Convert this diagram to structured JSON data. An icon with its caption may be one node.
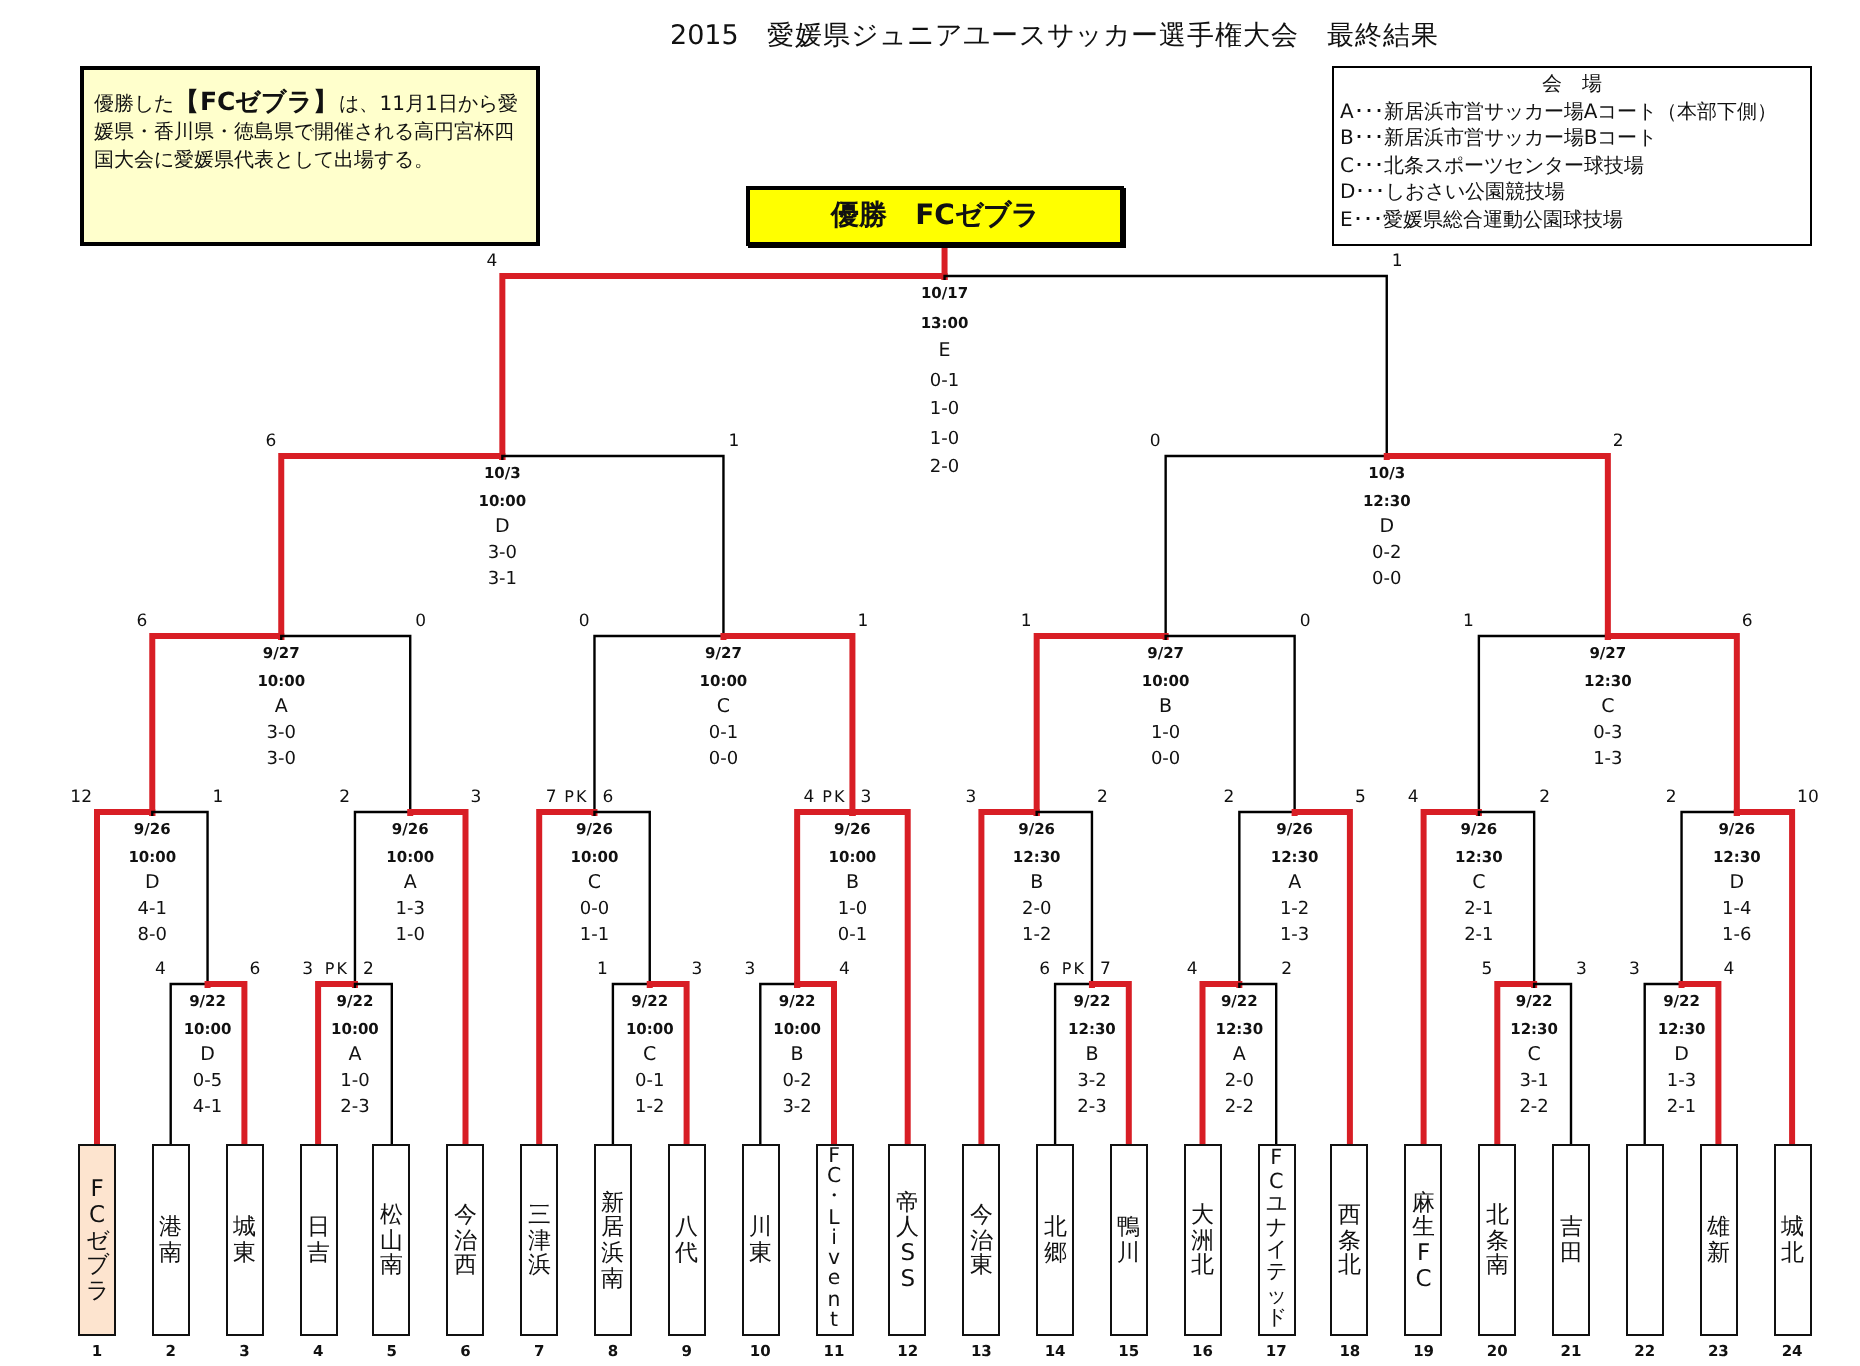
{
  "diagram": {
    "title": "2015　愛媛県ジュニアユースサッカー選手権大会　最終結果",
    "nodes": [
      {
        "text": [
          "優勝した**【FCゼブラ】**は、11月1日から愛媛県・香川県・徳島県で開催される高円宮杯四国大会に愛媛県代表として出場する。"
        ]
      },
      {
        "text": [
          "会　場",
          "A･･･新居浜市営サッカー場Aコート（本部下側）",
          "B･･･新居浜市営サッカー場Bコート",
          "C･･･北条スポーツセンター球技場",
          "D･･･しおさい公園競技場",
          "E･･･愛媛県総合運動公園球技場"
        ]
      },
      {
        "text": [
          "優勝　FCゼブラ"
        ]
      },
      {
        "text": [
          "10/17",
          "13:00",
          "E",
          "0-1",
          "1-0",
          "1-0",
          "2-0"
        ]
      },
      {
        "text": [
          "10/3",
          "10:00",
          "D",
          "3-0",
          "3-1"
        ]
      },
      {
        "text": [
          "10/3",
          "12:30",
          "D",
          "0-2",
          "0-0"
        ]
      },
      {
        "text": [
          "9/27",
          "10:00",
          "A",
          "3-0",
          "3-0"
        ]
      },
      {
        "text": [
          "9/27",
          "10:00",
          "C",
          "0-1",
          "0-0"
        ]
      },
      {
        "text": [
          "9/27",
          "10:00",
          "B",
          "1-0",
          "0-0"
        ]
      },
      {
        "text": [
          "9/27",
          "12:30",
          "C",
          "0-3",
          "1-3"
        ]
      },
      {
        "text": [
          "9/26",
          "10:00",
          "D",
          "4-1",
          "8-0"
        ]
      },
      {
        "text": [
          "9/26",
          "10:00",
          "A",
          "1-3",
          "1-0"
        ]
      },
      {
        "text": [
          "9/26",
          "10:00",
          "C",
          "0-0",
          "1-1"
        ],
        "beside": [
          "PK"
        ]
      },
      {
        "text": [
          "9/26",
          "10:00",
          "B",
          "1-0",
          "0-1"
        ],
        "beside": [
          "PK"
        ]
      },
      {
        "text": [
          "9/26",
          "12:30",
          "B",
          "2-0",
          "1-2"
        ]
      },
      {
        "text": [
          "9/26",
          "12:30",
          "A",
          "1-2",
          "1-3"
        ]
      },
      {
        "text": [
          "9/26",
          "12:30",
          "C",
          "2-1",
          "2-1"
        ]
      },
      {
        "text": [
          "9/26",
          "12:30",
          "D",
          "1-4",
          "1-6"
        ]
      },
      {
        "text": [
          "9/22",
          "10:00",
          "D",
          "0-5",
          "4-1"
        ]
      },
      {
        "text": [
          "9/22",
          "10:00",
          "A",
          "1-0",
          "2-3"
        ],
        "beside": [
          "PK"
        ]
      },
      {
        "text": [
          "9/22",
          "10:00",
          "C",
          "0-1",
          "1-2"
        ]
      },
      {
        "text": [
          "9/22",
          "10:00",
          "B",
          "0-2",
          "3-2"
        ]
      },
      {
        "text": [
          "9/22",
          "12:30",
          "B",
          "3-2",
          "2-3"
        ],
        "beside": [
          "PK"
        ]
      },
      {
        "text": [
          "9/22",
          "12:30",
          "A",
          "2-0",
          "2-2"
        ]
      },
      {
        "text": [
          "9/22",
          "12:30",
          "C",
          "3-1",
          "2-2"
        ]
      },
      {
        "text": [
          "9/22",
          "12:30",
          "D",
          "1-3",
          "2-1"
        ]
      },
      {
        "text": [
          "FCゼブラ"
        ],
        "beside": [
          "1"
        ]
      },
      {
        "text": [
          "港南"
        ],
        "beside": [
          "2"
        ]
      },
      {
        "text": [
          "城東"
        ],
        "beside": [
          "3"
        ]
      },
      {
        "text": [
          "日吉"
        ],
        "beside": [
          "4"
        ]
      },
      {
        "text": [
          "松山南"
        ],
        "beside": [
          "5"
        ]
      },
      {
        "text": [
          "今治西"
        ],
        "beside": [
          "6"
        ]
      },
      {
        "text": [
          "三津浜"
        ],
        "beside": [
          "7"
        ]
      },
      {
        "text": [
          "新居浜南"
        ],
        "beside": [
          "8"
        ]
      },
      {
        "text": [
          "八代"
        ],
        "beside": [
          "9"
        ]
      },
      {
        "text": [
          "川東"
        ],
        "beside": [
          "10"
        ]
      },
      {
        "text": [
          "FC・Livent"
        ],
        "beside": [
          "11"
        ]
      },
      {
        "text": [
          "帝人SS"
        ],
        "beside": [
          "12"
        ]
      },
      {
        "text": [
          "今治東"
        ],
        "beside": [
          "13"
        ]
      },
      {
        "text": [
          "北郷"
        ],
        "beside": [
          "14"
        ]
      },
      {
        "text": [
          "鴨川"
        ],
        "beside": [
          "15"
        ]
      },
      {
        "text": [
          "大洲北"
        ],
        "beside": [
          "16"
        ]
      },
      {
        "text": [
          "FCユナイテッド"
        ],
        "beside": [
          "17"
        ]
      },
      {
        "text": [
          "西条北"
        ],
        "beside": [
          "18"
        ]
      },
      {
        "text": [
          "麻生FC"
        ],
        "beside": [
          "19"
        ]
      },
      {
        "text": [
          "北条南"
        ],
        "beside": [
          "20"
        ]
      },
      {
        "text": [
          "吉田"
        ],
        "beside": [
          "21"
        ]
      },
      {
        "text": [],
        "shape": "box",
        "beside": [
          "22"
        ]
      },
      {
        "text": [
          "雄新"
        ],
        "beside": [
          "23"
        ]
      },
      {
        "text": [
          "城北"
        ],
        "beside": [
          "24"
        ]
      }
    ],
    "edges": [
      {
        "from": 3,
        "to": 2,
        "arrow": "none"
      },
      {
        "from": 4,
        "to": 3,
        "arrow": "none",
        "label": "4"
      },
      {
        "from": 5,
        "to": 3,
        "arrow": "none",
        "label": "1",
        "color": "#000000"
      },
      {
        "from": 6,
        "to": 4,
        "arrow": "none",
        "label": "6"
      },
      {
        "from": 7,
        "to": 4,
        "arrow": "none",
        "label": "1",
        "color": "#000000"
      },
      {
        "from": 8,
        "to": 5,
        "arrow": "none",
        "label": "0",
        "color": "#000000"
      },
      {
        "from": 9,
        "to": 5,
        "arrow": "none",
        "label": "2"
      },
      {
        "from": 10,
        "to": 6,
        "arrow": "none",
        "label": "6"
      },
      {
        "from": 11,
        "to": 6,
        "arrow": "none",
        "label": "0",
        "color": "#000000"
      },
      {
        "from": 12,
        "to": 7,
        "arrow": "none",
        "label": "0",
        "color": "#000000"
      },
      {
        "from": 13,
        "to": 7,
        "arrow": "none",
        "label": "1"
      },
      {
        "from": 14,
        "to": 8,
        "arrow": "none",
        "label": "1"
      },
      {
        "from": 15,
        "to": 8,
        "arrow": "none",
        "label": "0",
        "color": "#000000"
      },
      {
        "from": 16,
        "to": 9,
        "arrow": "none",
        "label": "1",
        "color": "#000000"
      },
      {
        "from": 17,
        "to": 9,
        "arrow": "none",
        "label": "6"
      },
      {
        "from": 26,
        "to": 10,
        "arrow": "none",
        "label": "12"
      },
      {
        "from": 18,
        "to": 10,
        "arrow": "none",
        "label": "1",
        "color": "#000000"
      },
      {
        "from": 19,
        "to": 11,
        "arrow": "none",
        "label": "2",
        "color": "#000000"
      },
      {
        "from": 31,
        "to": 11,
        "arrow": "none",
        "label": "3"
      },
      {
        "from": 32,
        "to": 12,
        "arrow": "none",
        "label": "7"
      },
      {
        "from": 20,
        "to": 12,
        "arrow": "none",
        "label": "6",
        "color": "#000000"
      },
      {
        "from": 21,
        "to": 13,
        "arrow": "none",
        "label": "4"
      },
      {
        "from": 37,
        "to": 13,
        "arrow": "none",
        "label": "3"
      },
      {
        "from": 38,
        "to": 14,
        "arrow": "none",
        "label": "3"
      },
      {
        "from": 22,
        "to": 14,
        "arrow": "none",
        "label": "2",
        "color": "#000000"
      },
      {
        "from": 23,
        "to": 15,
        "arrow": "none",
        "label": "2",
        "color": "#000000"
      },
      {
        "from": 43,
        "to": 15,
        "arrow": "none",
        "label": "5"
      },
      {
        "from": 44,
        "to": 16,
        "arrow": "none",
        "label": "4"
      },
      {
        "from": 24,
        "to": 16,
        "arrow": "none",
        "label": "2",
        "color": "#000000"
      },
      {
        "from": 25,
        "to": 17,
        "arrow": "none",
        "label": "2",
        "color": "#000000"
      },
      {
        "from": 49,
        "to": 17,
        "arrow": "none",
        "label": "10"
      },
      {
        "from": 27,
        "to": 18,
        "arrow": "none",
        "label": "4",
        "color": "#000000"
      },
      {
        "from": 28,
        "to": 18,
        "arrow": "none",
        "label": "6"
      },
      {
        "from": 29,
        "to": 19,
        "arrow": "none",
        "label": "3"
      },
      {
        "from": 30,
        "to": 19,
        "arrow": "none",
        "label": "2",
        "color": "#000000"
      },
      {
        "from": 33,
        "to": 20,
        "arrow": "none",
        "label": "1",
        "color": "#000000"
      },
      {
        "from": 34,
        "to": 20,
        "arrow": "none",
        "label": "3"
      },
      {
        "from": 35,
        "to": 21,
        "arrow": "none",
        "label": "3",
        "color": "#000000"
      },
      {
        "from": 36,
        "to": 21,
        "arrow": "none",
        "label": "4"
      },
      {
        "from": 39,
        "to": 22,
        "arrow": "none",
        "label": "6",
        "color": "#000000"
      },
      {
        "from": 40,
        "to": 22,
        "arrow": "none",
        "label": "7"
      },
      {
        "from": 41,
        "to": 23,
        "arrow": "none",
        "label": "4"
      },
      {
        "from": 42,
        "to": 23,
        "arrow": "none",
        "label": "2",
        "color": "#000000"
      },
      {
        "from": 45,
        "to": 24,
        "arrow": "none",
        "label": "5"
      },
      {
        "from": 46,
        "to": 24,
        "arrow": "none",
        "label": "3",
        "color": "#000000"
      },
      {
        "from": 47,
        "to": 25,
        "arrow": "none",
        "label": "3",
        "color": "#000000"
      },
      {
        "from": 48,
        "to": 25,
        "arrow": "none",
        "label": "4"
      }
    ]
  }
}
